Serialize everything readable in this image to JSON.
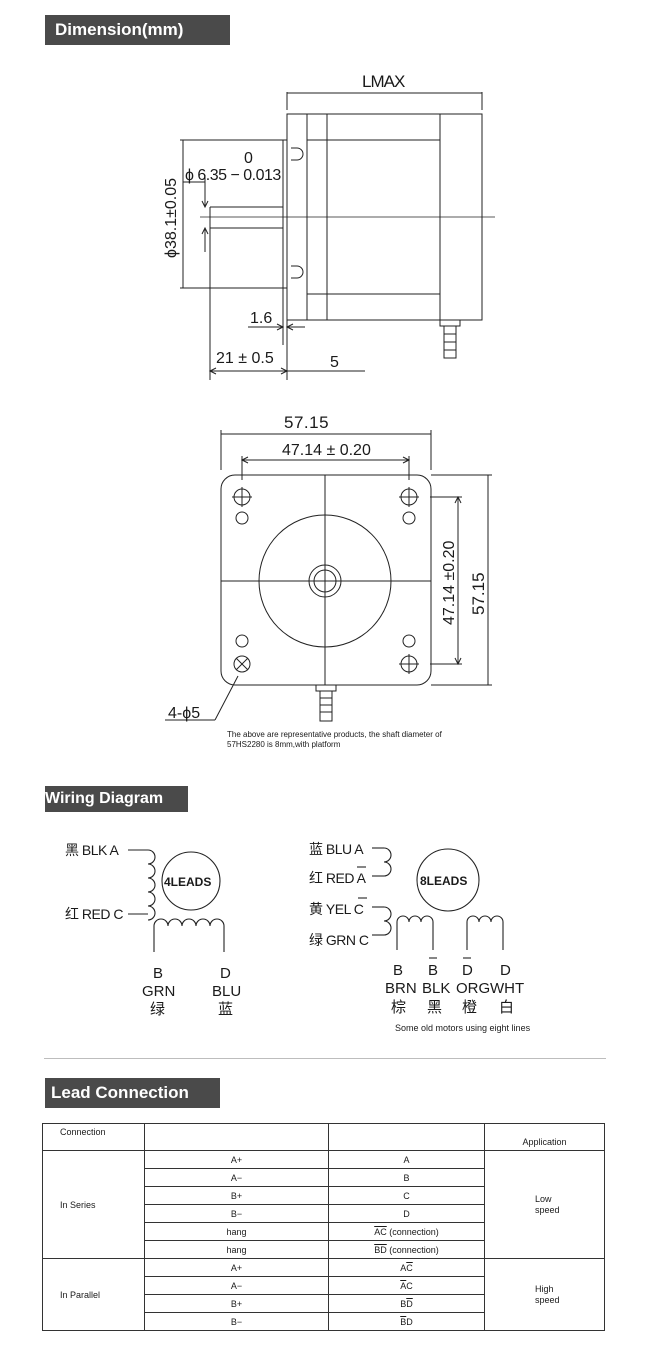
{
  "sections": {
    "dimension": "Dimension(mm)",
    "wiring": "Wiring Diagram",
    "lead": "Lead Connection"
  },
  "side_view": {
    "lmax": "LMAX",
    "shaft_tol_upper": "0",
    "shaft_dia": "ϕ 6.35 − 0.013",
    "pilot_dia": "ϕ38.1±0.05",
    "flange": "1.6",
    "shaft_len": "21 ± 0.5",
    "boss": "5"
  },
  "front_view": {
    "width": "57.15",
    "hole_spacing_h": "47.14 ± 0.20",
    "hole_spacing_v": "47.14 ±0.20",
    "height": "57.15",
    "holes": "4-ϕ5"
  },
  "note_line1": "The above are representative products,  the shaft diameter of",
  "note_line2": "57HS2280 is 8mm,with platform",
  "wiring_4": {
    "badge": "4LEADS",
    "wire_a": "黑 BLK A",
    "wire_c": "红 RED C",
    "b_letter": "B",
    "b_color": "GRN",
    "b_cn": "绿",
    "d_letter": "D",
    "d_color": "BLU",
    "d_cn": "蓝"
  },
  "wiring_8": {
    "badge": "8LEADS",
    "wire_a": "蓝 BLU A",
    "wire_abar": "红 RED A",
    "wire_cbar": "黄 YEL C",
    "wire_c": "绿 GRN C",
    "col1_letter": "B",
    "col1_color": "BRN",
    "col1_cn": "棕",
    "col2_letter": "B",
    "col2_color": "BLK",
    "col2_cn": "黑",
    "col3_letter": "D",
    "col3_color": "ORG",
    "col3_cn": "橙",
    "col4_letter": "D",
    "col4_color": "WHT",
    "col4_cn": "白",
    "footnote": "Some old motors using eight lines"
  },
  "table": {
    "col_connection": "Connection",
    "col_application": "Application",
    "in_series": "In Series",
    "in_parallel": "In Parallel",
    "series_rows": [
      {
        "pin": "A+",
        "wire": "A"
      },
      {
        "pin": "A−",
        "wire": "B"
      },
      {
        "pin": "B+",
        "wire": "C"
      },
      {
        "pin": "B−",
        "wire": "D"
      },
      {
        "pin": "hang",
        "wire_ov": "AC",
        "wire_note": " (connection)"
      },
      {
        "pin": "hang",
        "wire_ov": "BD",
        "wire_note": " (connection)"
      }
    ],
    "parallel_rows": [
      {
        "pin": "A+",
        "wire_a": "A",
        "wire_b": "C"
      },
      {
        "pin": "A−",
        "wire_a": "A",
        "wire_b": "C"
      },
      {
        "pin": "B+",
        "wire_a": "B",
        "wire_b": "D"
      },
      {
        "pin": "B−",
        "wire_a": "B",
        "wire_b": "D"
      }
    ],
    "low_speed_1": "Low",
    "low_speed_2": "speed",
    "high_speed_1": "High",
    "high_speed_2": "speed"
  }
}
